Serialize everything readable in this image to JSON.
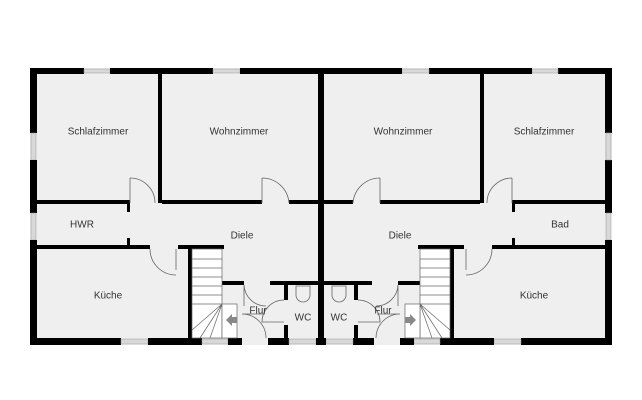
{
  "rooms": {
    "left": {
      "bedroom": "Schlafzimmer",
      "living": "Wohnzimmer",
      "utility": "HWR",
      "hall": "Diele",
      "kitchen": "Küche",
      "corridor": "Flur",
      "toilet": "WC"
    },
    "right": {
      "bedroom": "Schlafzimmer",
      "living": "Wohnzimmer",
      "bath": "Bad",
      "hall": "Diele",
      "kitchen": "Küche",
      "corridor": "Flur",
      "toilet": "WC"
    }
  },
  "colors": {
    "wall": "#000000",
    "floor": "#efefef",
    "window": "#d8d8d8",
    "arrow": "#888888"
  }
}
